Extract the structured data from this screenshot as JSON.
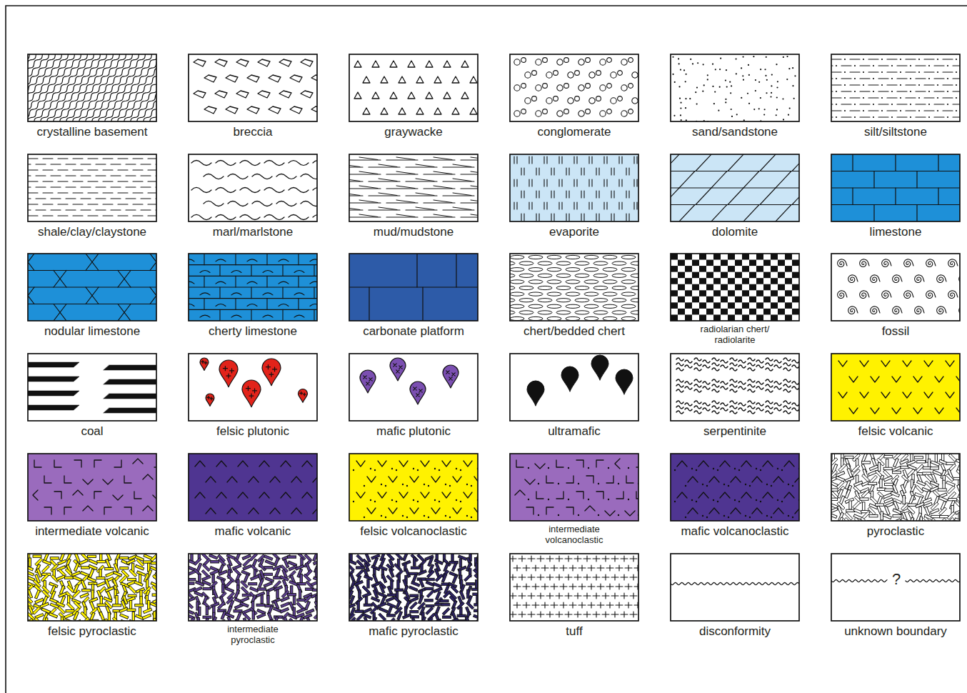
{
  "diagram": {
    "labels": [
      "?"
    ],
    "legend": [
      {
        "text": "crystalline basement"
      },
      {
        "text": "breccia"
      },
      {
        "text": "graywacke"
      },
      {
        "text": "conglomerate"
      },
      {
        "text": "sand/sandstone"
      },
      {
        "text": "silt/siltstone"
      },
      {
        "text": "shale/clay/claystone"
      },
      {
        "text": "marl/marlstone"
      },
      {
        "text": "mud/mudstone"
      },
      {
        "text": "evaporite"
      },
      {
        "text": "dolomite"
      },
      {
        "text": "limestone"
      },
      {
        "text": "nodular limestone"
      },
      {
        "text": "cherty limestone"
      },
      {
        "text": "carbonate platform"
      },
      {
        "text": "chert/bedded chert"
      },
      {
        "text": "radiolarian chert/ radiolarite"
      },
      {
        "text": "fossil"
      },
      {
        "text": "coal"
      },
      {
        "text": "felsic plutonic"
      },
      {
        "text": "mafic plutonic"
      },
      {
        "text": "ultramafic"
      },
      {
        "text": "serpentinite"
      },
      {
        "text": "felsic volcanic"
      },
      {
        "text": "intermediate volcanic"
      },
      {
        "text": "mafic volcanic"
      },
      {
        "text": "felsic volcanoclastic"
      },
      {
        "text": "intermediate volcanoclastic"
      },
      {
        "text": "mafic volcanoclastic"
      },
      {
        "text": "pyroclastic"
      },
      {
        "text": "felsic pyroclastic"
      },
      {
        "text": "intermediate pyroclastic"
      },
      {
        "text": "mafic pyroclastic"
      },
      {
        "text": "tuff"
      },
      {
        "text": "disconformity"
      },
      {
        "text": "unknown boundary"
      }
    ]
  }
}
